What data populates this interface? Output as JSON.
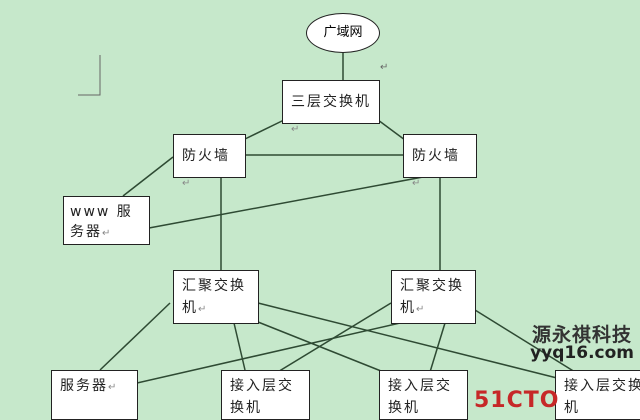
{
  "nodes": {
    "wan": "广域网",
    "core_switch": "三层交换机",
    "firewall_left": "防火墙",
    "firewall_right": "防火墙",
    "www_server": "www 服务器",
    "agg_left": "汇聚交换机",
    "agg_right": "汇聚交换机",
    "server": "服务器",
    "access_1": "接入层交换机",
    "access_2": "接入层交换机",
    "access_3": "接入层交换机"
  },
  "return_mark": "↵",
  "watermark": {
    "line1": "源永祺科技",
    "line2": "yyq16.com",
    "red_text": "51CTO"
  },
  "colors": {
    "background": "#c6e8cb",
    "line": "#2e4a33"
  }
}
